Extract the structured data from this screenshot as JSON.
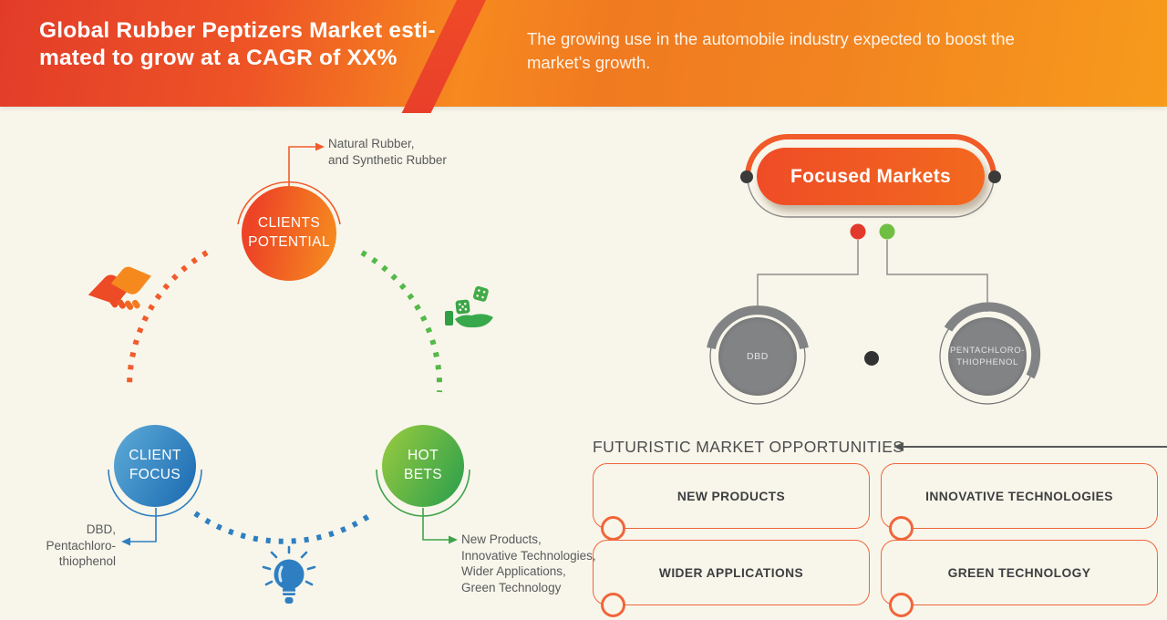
{
  "header": {
    "title": "Global Rubber Peptizers Market esti-\nmated to grow at a CAGR of XX%",
    "subtitle": "The growing use in the automobile industry expected to boost the\nmarket’s growth."
  },
  "cycle": {
    "clients_potential": {
      "label": "CLIENTS\nPOTENTIAL",
      "annotation": "Natural Rubber,\nand Synthetic Rubber"
    },
    "client_focus": {
      "label": "CLIENT\nFOCUS",
      "annotation": "DBD,\nPentachloro-\nthiophenol"
    },
    "hot_bets": {
      "label": "HOT\nBETS",
      "annotation": "New Products,\nInnovative Technologies,\nWider Applications,\nGreen Technology"
    },
    "icons": [
      "handshake-icon",
      "hand-dice-icon",
      "lightbulb-icon"
    ]
  },
  "focused_markets": {
    "title": "Focused Markets",
    "segments": [
      {
        "label": "DBD"
      },
      {
        "label": "PENTACHLORO-\nTHIOPHENOL"
      }
    ]
  },
  "opportunities": {
    "heading": "FUTURISTIC MARKET OPPORTUNITIES",
    "items": [
      "NEW PRODUCTS",
      "INNOVATIVE TECHNOLOGIES",
      "WIDER APPLICATIONS",
      "GREEN TECHNOLOGY"
    ]
  },
  "colors": {
    "header_red": "#e23c29",
    "header_orange": "#f79b1c",
    "accent_orange": "#f15b2c",
    "accent_blue": "#2e7fc2",
    "accent_green": "#54b948",
    "gray": "#828385",
    "background": "#f8f6ea",
    "red_dot": "#e2392c",
    "green_dot": "#70bf44"
  }
}
